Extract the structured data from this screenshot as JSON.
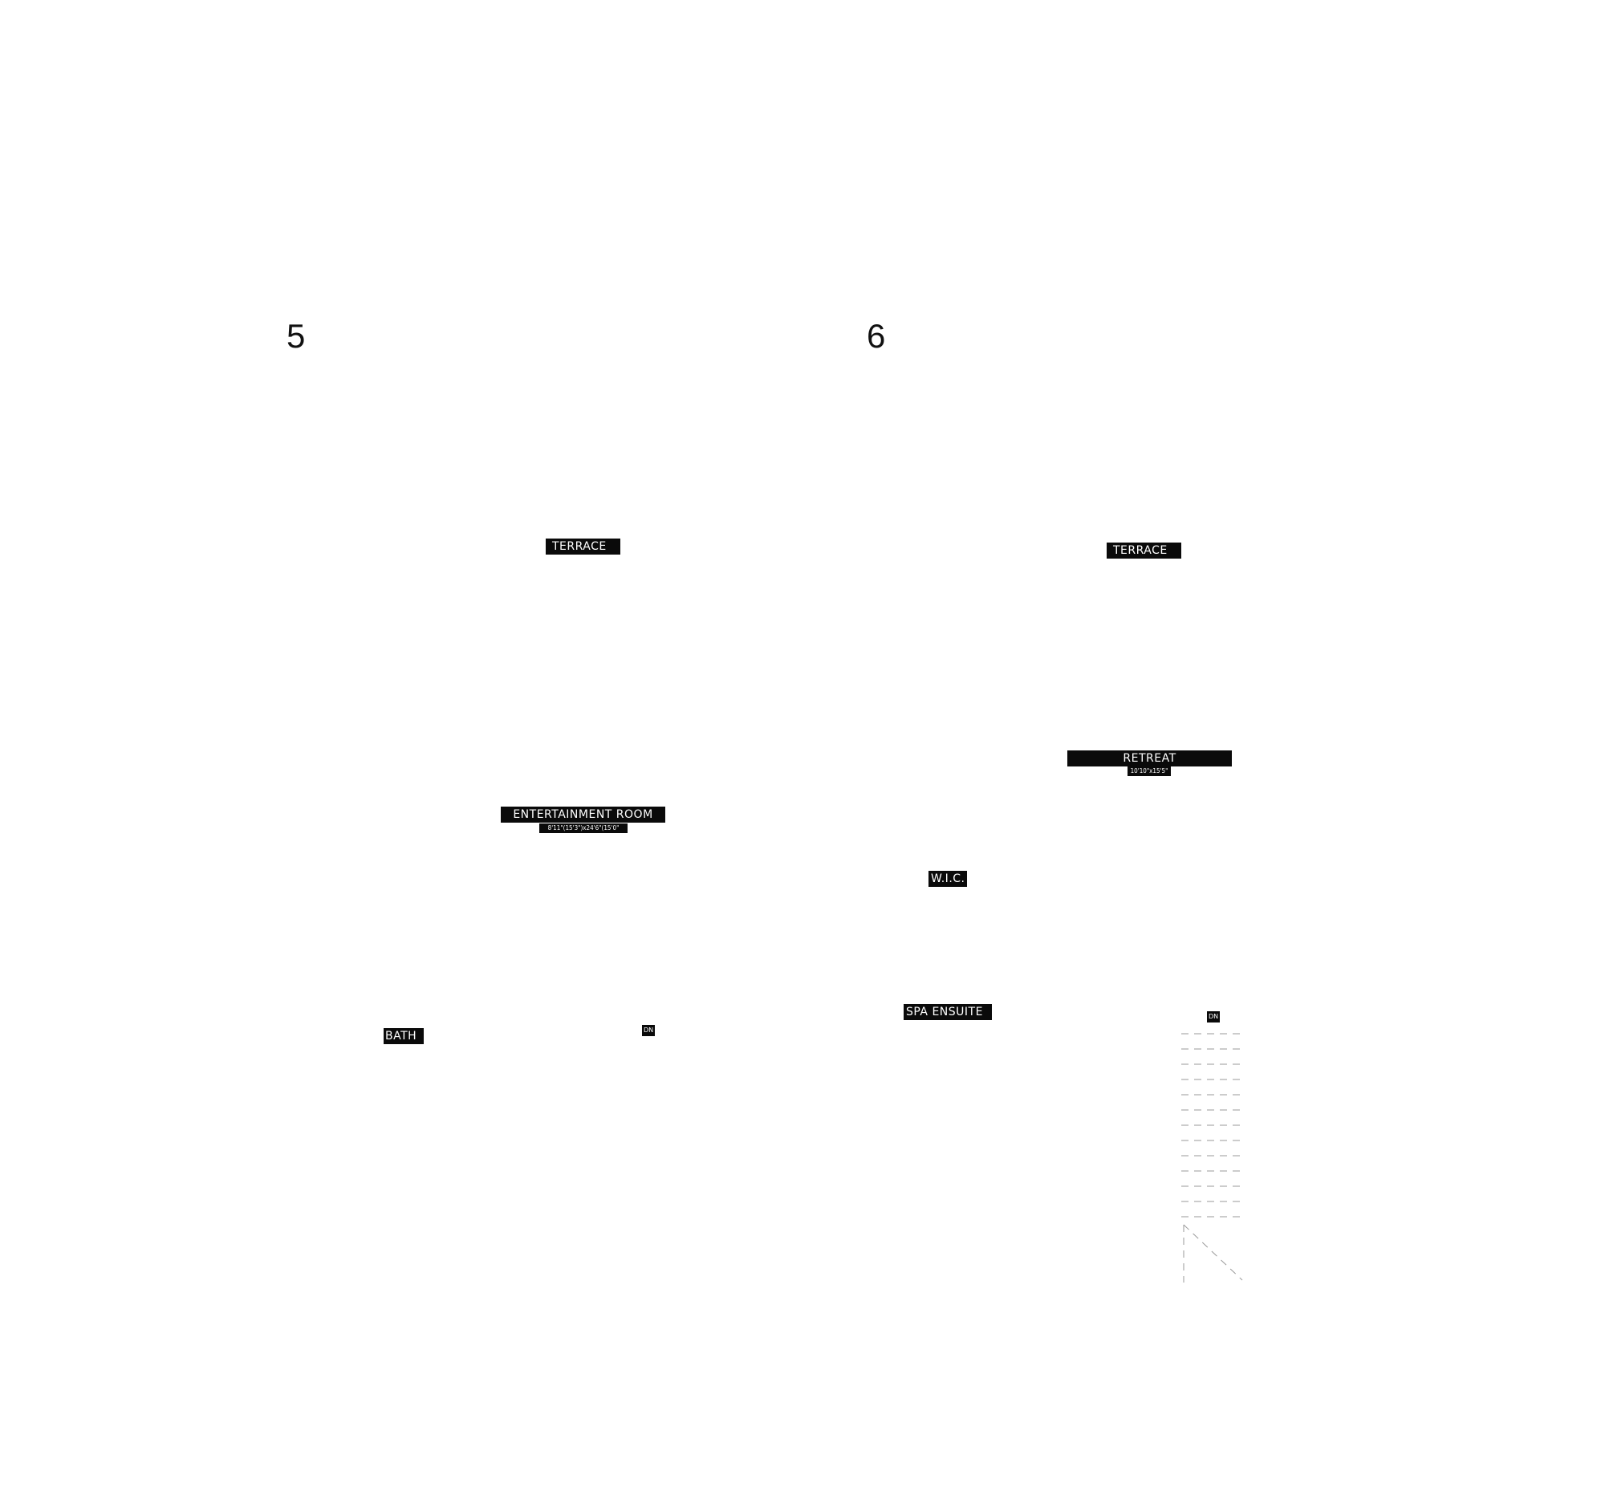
{
  "plans": [
    {
      "number": "5",
      "rooms": {
        "terrace": "TERRACE",
        "entertainment_room": "ENTERTAINMENT ROOM",
        "entertainment_room_dims": "8'11\"(15'3\")x24'6\"(15'0\"",
        "bath": "BATH",
        "dn": "DN"
      }
    },
    {
      "number": "6",
      "rooms": {
        "terrace": "TERRACE",
        "retreat": "RETREAT",
        "retreat_dims": "10'10\"x15'5\"",
        "wic": "W.I.C.",
        "spa_ensuite": "SPA ENSUITE",
        "dn": "DN"
      }
    }
  ]
}
